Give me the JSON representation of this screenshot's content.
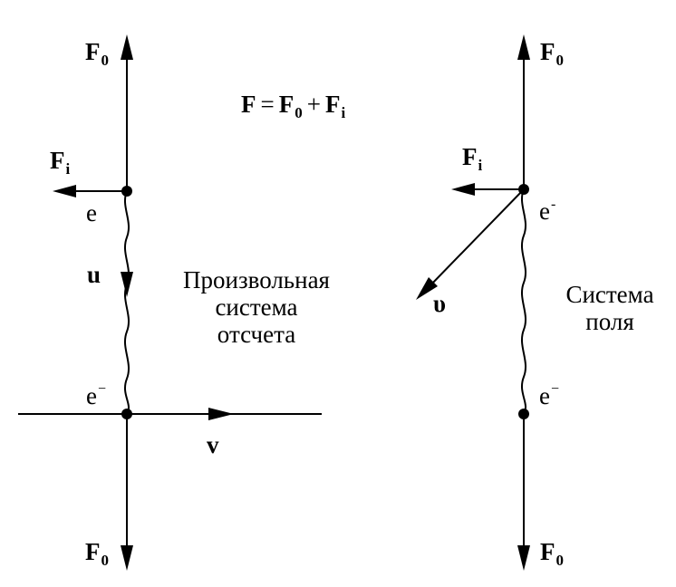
{
  "formula": {
    "lhs": "F",
    "eq": "=",
    "t1": "F",
    "t1_sub": "0",
    "plus": "+",
    "t2": "F",
    "t2_sub": "i"
  },
  "left": {
    "f0_top": {
      "main": "F",
      "sub": "0"
    },
    "fi": {
      "main": "F",
      "sub": "i"
    },
    "e_top": {
      "main": "e",
      "sup": ""
    },
    "u": "u",
    "e_bottom": {
      "main": "e",
      "sup": "−"
    },
    "v": "v",
    "f0_bottom": {
      "main": "F",
      "sub": "0"
    },
    "caption": [
      "Произвольная",
      "система",
      "отсчета"
    ]
  },
  "right": {
    "f0_top": {
      "main": "F",
      "sub": "0"
    },
    "fi": {
      "main": "F",
      "sub": "i"
    },
    "e_top": {
      "main": "e",
      "sup": "-"
    },
    "upsilon": "υ",
    "e_bottom": {
      "main": "e",
      "sup": "−"
    },
    "f0_bottom": {
      "main": "F",
      "sub": "0"
    },
    "caption": [
      "Система",
      "поля"
    ]
  },
  "colors": {
    "ink": "#000000",
    "background": "#ffffff"
  }
}
